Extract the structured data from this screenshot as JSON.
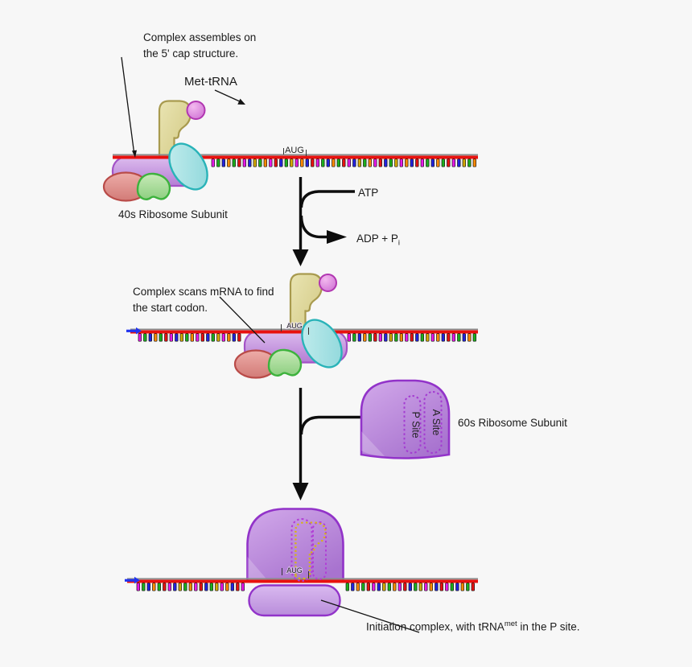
{
  "stage1": {
    "caption": "Complex assembles on\nthe 5' cap structure.",
    "met_trna": "Met-tRNA",
    "aug": "AUG",
    "subunit": "40s Ribosome Subunit"
  },
  "reaction": {
    "atp": "ATP",
    "adp": "ADP + P",
    "adp_sub": "i"
  },
  "stage2": {
    "caption": "Complex scans mRNA to find\nthe start codon.",
    "aug": "AUG"
  },
  "subunit60": {
    "p_site": "P Site",
    "a_site": "A Site",
    "label": "60s Ribosome Subunit"
  },
  "stage3": {
    "aug": "AUG",
    "label_pre": "Initiation complex, with tRNA",
    "label_sup": "met",
    "label_post": " in the P site."
  },
  "mrna": {
    "palette": [
      "#e718e7",
      "#1cb01c",
      "#2222e0",
      "#ff8a00",
      "#e81111",
      "#d4a900"
    ],
    "pattern": [
      0,
      1,
      2,
      3,
      1,
      4,
      0,
      2,
      5,
      1,
      3,
      0,
      4,
      2,
      1,
      5,
      0,
      3,
      2,
      4
    ],
    "line_color": "#e8110e",
    "cap_color": "#8a8a8a",
    "five_prime_arrow_color": "#2233ee"
  },
  "colors": {
    "purple_body": "#c9a0dd",
    "purple_stroke": "#a352c6",
    "red_blob": "#dd8f8f",
    "red_stroke": "#b94b48",
    "green_blob": "#a7d99c",
    "green_stroke": "#3db23d",
    "cyan_blob": "#9fdfe0",
    "cyan_stroke": "#29b3b8",
    "trna_yellow": "#ddd79b",
    "trna_stroke": "#a89a4e",
    "ball_magenta": "#d97fd9",
    "ball_stroke": "#b136b1",
    "dome_purple": "#b581d6",
    "dome_stroke": "#9233c9",
    "arrow_black": "#0d0d0d"
  }
}
